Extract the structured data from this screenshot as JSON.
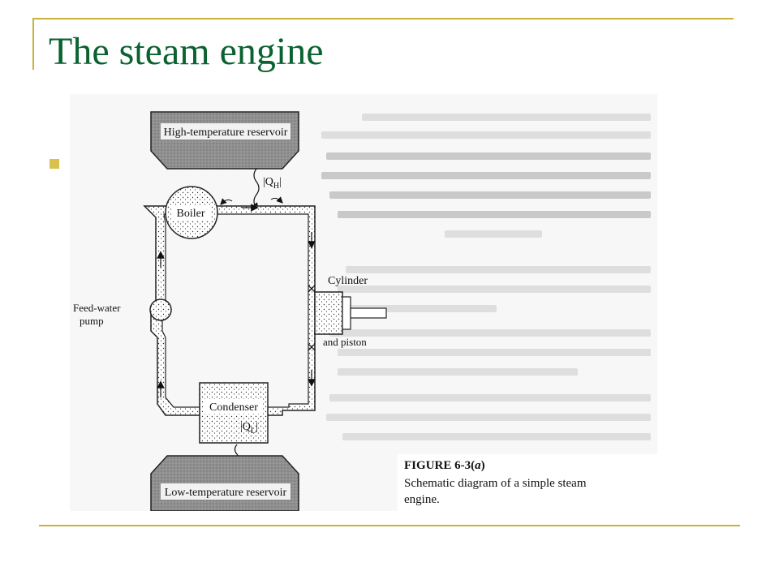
{
  "slide": {
    "title": "The steam engine",
    "accent_color": "#c7b33a",
    "title_color": "#0b6231",
    "bullet_icon": "square-bullet"
  },
  "figure": {
    "high_reservoir": "High-temperature reservoir",
    "low_reservoir": "Low-temperature reservoir",
    "boiler": "Boiler",
    "condenser": "Condenser",
    "feed_pump_line1": "Feed-water",
    "feed_pump_line2": "pump",
    "cylinder": "Cylinder",
    "piston": "and piston",
    "qh": "|Q",
    "qh_sub": "H",
    "ql": "|Q",
    "ql_sub": "L",
    "caption_title": "FIGURE 6-3(",
    "caption_title_italic": "a",
    "caption_title_end": ")",
    "caption_line1": "Schematic diagram of a simple steam",
    "caption_line2": "engine."
  }
}
